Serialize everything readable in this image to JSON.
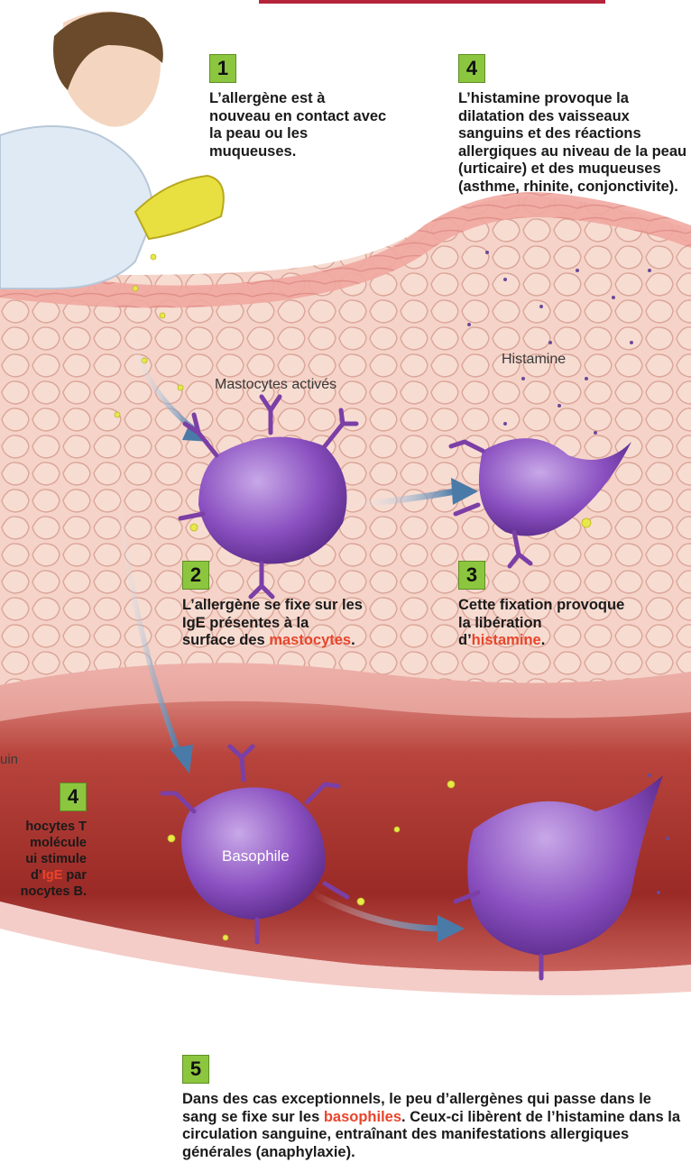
{
  "steps": {
    "s1": {
      "number": "1",
      "text": "L’allergène est à nouveau en contact avec la peau ou les muqueuses."
    },
    "s2": {
      "number": "2",
      "text_before": "L’allergène se fixe sur les IgE présentes à la surface des ",
      "highlight": "mastocytes",
      "text_after": "."
    },
    "s3": {
      "number": "3",
      "text_before": "Cette fixation provoque la libération d’",
      "highlight": "histamine",
      "text_after": "."
    },
    "s4": {
      "number": "4",
      "text": "L’histamine provoque la dilatation des vaisseaux sanguins et des réactions allergiques au niveau de la peau (urticaire) et des muqueuses (asthme, rhinite, conjonctivite)."
    },
    "s4_partial": {
      "number": "4",
      "line1": "hocytes T",
      "line2": "molécule",
      "line3": "ui stimule",
      "line4_before": "d’",
      "line4_highlight": "IgE",
      "line4_after": " par",
      "line5": "nocytes B."
    },
    "s5": {
      "number": "5",
      "text_before": "Dans des cas exceptionnels, le peu d’allergènes qui passe dans le sang se fixe sur les ",
      "highlight": "basophiles",
      "text_after": ". Ceux-ci libèrent de l’histamine dans la circulation sanguine, entraînant des manifestations allergiques générales (anaphylaxie)."
    }
  },
  "labels": {
    "mastocytes": "Mastocytes activés",
    "histamine": "Histamine",
    "basophile": "Basophile",
    "sang_partial": "uin"
  },
  "colors": {
    "accent": "#e8452b",
    "badge": "#8cc63f",
    "cell": "#7b3fa6",
    "tissue": "#f2c7bc",
    "vessel": "#a8322c"
  }
}
